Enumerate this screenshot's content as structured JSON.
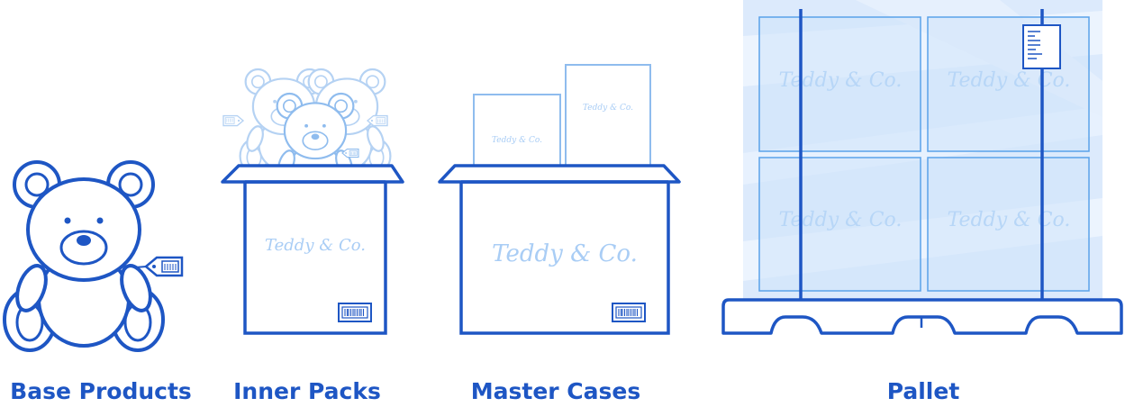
{
  "brand_text": "Teddy & Co.",
  "colors": {
    "primary": "#1e56c4",
    "light": "#5aa2ea",
    "pale": "#a9cdf5",
    "fill": "#dceafc",
    "fill_soft": "#eef5fe"
  },
  "stages": [
    {
      "label": "Base Products",
      "icon": "teddy-bear-icon"
    },
    {
      "label": "Inner Packs",
      "icon": "open-box-with-bears-icon"
    },
    {
      "label": "Master Cases",
      "icon": "open-box-with-cases-icon"
    },
    {
      "label": "Pallet",
      "icon": "pallet-icon"
    }
  ]
}
